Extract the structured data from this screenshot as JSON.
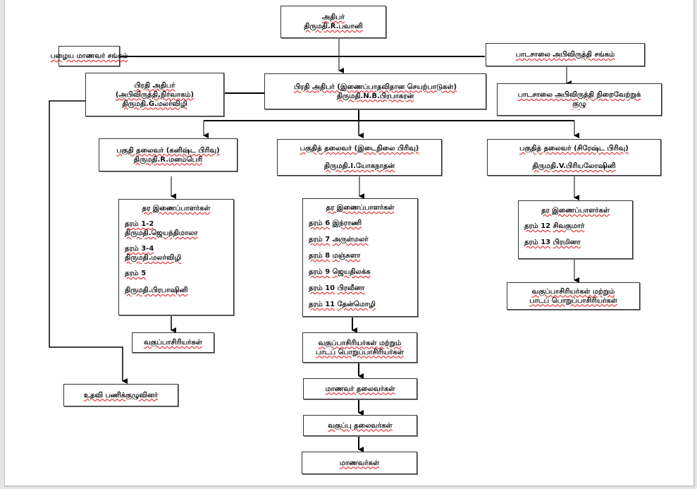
{
  "diagram": {
    "title": "School organisational chart",
    "principal": {
      "role": "அதிபர்",
      "name": "திருமதி.R.பவானி"
    },
    "old_students_union": {
      "label": "பழைய மாணவர் சங்கம்"
    },
    "school_dev_society": {
      "label": "பாடசாலை அபிவிருத்தி சங்கம்"
    },
    "school_dev_committee": {
      "line1": "பாடசாலை அபிவிருத்தி நிறைவேற்றுக்",
      "line2": "குழு"
    },
    "deputy_admin": {
      "role": "பிரதி அதிபர்",
      "dept": "(அபிவிருத்தி,நிர்வாகம்)",
      "name": "திருமதி.G.மலர்விழி"
    },
    "deputy_coord": {
      "role": "பிரதி அதிபர் (இணைப்பாதவிதான செயற்பாடுகள்)",
      "name": "திருமதி.N.B.பிரபாகரன்"
    },
    "section_heads": [
      {
        "title": "பகுதி தலைவர் (கனிஷ்ட பிரிவு)",
        "name": "திருமதி.R.மனம்பெரி"
      },
      {
        "title": "பகுதித் தலைவர் (இடைநிலை பிரிவு)",
        "name": "திருமதி.I.யோகநாதன்"
      },
      {
        "title": "பகுதித் தலைவர் (சிரேஷ்ட பிரிவு)",
        "name": "திருமதி.V.பிரியலோஷினி"
      }
    ],
    "coordinators": [
      {
        "header": "தர இணைப்பாளர்கள்",
        "entries": [
          {
            "grade": "தரம் 1-2",
            "name": "திருமதி.ஜெயந்திமாலா"
          },
          {
            "grade": "தரம் 3-4",
            "name": "திருமதி.மலர்விழி"
          },
          {
            "grade": "தரம் 5",
            "name": "திருமதி.பிரபாஷினி"
          }
        ]
      },
      {
        "header": "தர இணைப்பாளர்கள்",
        "entries": [
          {
            "grade": "தரம் 6",
            "name": "இந்ராணி"
          },
          {
            "grade": "தரம் 7",
            "name": "அருள்மலர்"
          },
          {
            "grade": "தரம் 8",
            "name": "மஞ்சுளா"
          },
          {
            "grade": "தரம் 9",
            "name": "ஜெயதிலக்க"
          },
          {
            "grade": "தரம் 10",
            "name": "பிரவீனா"
          },
          {
            "grade": "தரம் 11",
            "name": "தேன்மொழி"
          }
        ]
      },
      {
        "header": "தர இணைப்பாளர்கள்",
        "entries": [
          {
            "grade": "தரம் 12",
            "name": "சிவகுமார்"
          },
          {
            "grade": "தரம் 13",
            "name": "பிரமினா"
          }
        ]
      }
    ],
    "class_teachers": {
      "label": "வகுப்பாசிரியர்கள்"
    },
    "teachers_and_subject": {
      "line1": "வகுப்பாசிரியர்கள் மற்றும்",
      "line2": "பாடப் பொறுப்பாசிரியர்கள்"
    },
    "support_staff": {
      "label": "உதவி பணிக்குழுவினர்"
    },
    "student_leaders": {
      "label": "மாணவர் தலைவர்கள்"
    },
    "class_leaders": {
      "label": "வகுப்பு தலைவர்கள்"
    },
    "students": {
      "label": "மாணவர்கள்"
    }
  }
}
